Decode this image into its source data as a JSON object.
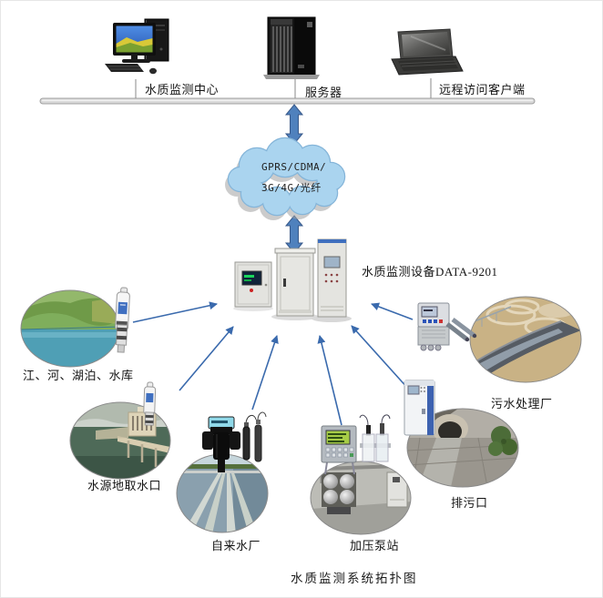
{
  "diagram": {
    "caption": "水质监测系统拓扑图",
    "top_nodes": [
      {
        "id": "monitoring-center",
        "label": "水质监测中心"
      },
      {
        "id": "server",
        "label": "服务器"
      },
      {
        "id": "remote-client",
        "label": "远程访问客户端"
      }
    ],
    "network_cloud": {
      "line1": "GPRS/CDMA/",
      "line2": "3G/4G/光纤"
    },
    "central_device": {
      "label": "水质监测设备DATA-9201"
    },
    "monitoring_sites": [
      {
        "id": "rivers-lakes-reservoirs",
        "label": "江、河、湖泊、水库"
      },
      {
        "id": "water-source-intake",
        "label": "水源地取水口"
      },
      {
        "id": "tap-water-plant",
        "label": "自来水厂"
      },
      {
        "id": "pressure-pump-station",
        "label": "加压泵站"
      },
      {
        "id": "sewage-outlet",
        "label": "排污口"
      },
      {
        "id": "sewage-treatment-plant",
        "label": "污水处理厂"
      }
    ],
    "colors": {
      "thin_arrow": "#3a6aad",
      "big_arrow_fill": "#4f81bd",
      "big_arrow_edge": "#38598a",
      "cloud_fill": "#aad4ef",
      "cloud_edge": "#85b5d9",
      "bus_fill": "#d8d8d8",
      "bus_edge": "#a0a0a0",
      "label_color": "#141414"
    }
  }
}
